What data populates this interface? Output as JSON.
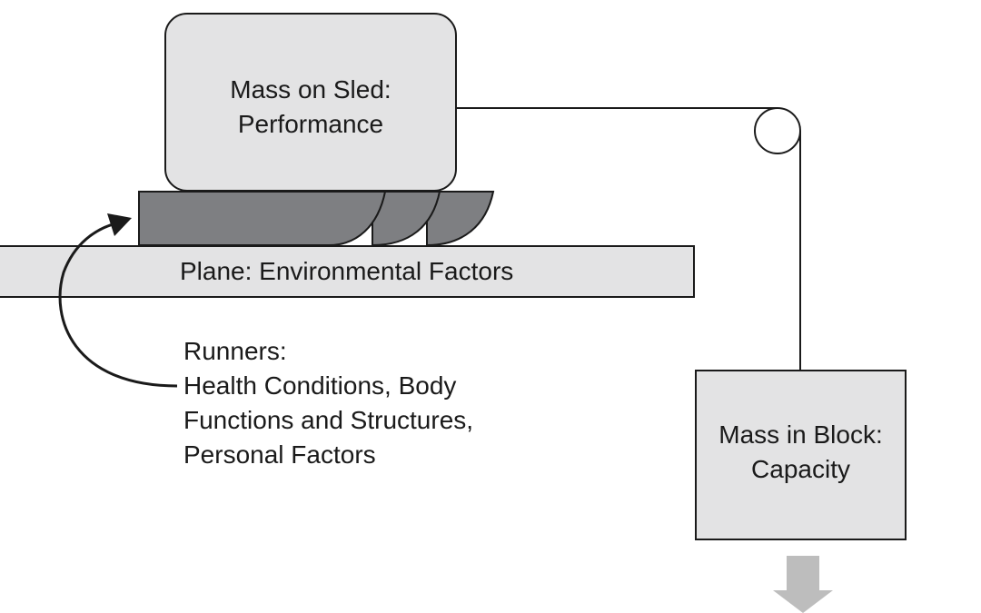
{
  "sled": {
    "line1": "Mass on Sled:",
    "line2": "Performance"
  },
  "plane": {
    "label": "Plane: Environmental Factors"
  },
  "runners": {
    "title": "Runners:",
    "line1": "Health Conditions, Body",
    "line2": "Functions and Structures,",
    "line3": "Personal Factors"
  },
  "block": {
    "line1": "Mass in Block:",
    "line2": "Capacity"
  },
  "colors": {
    "box_fill": "#e3e3e4",
    "runner_fill": "#7e7f82",
    "stroke": "#1a1a1a",
    "arrow_down": "#bdbdbd"
  }
}
